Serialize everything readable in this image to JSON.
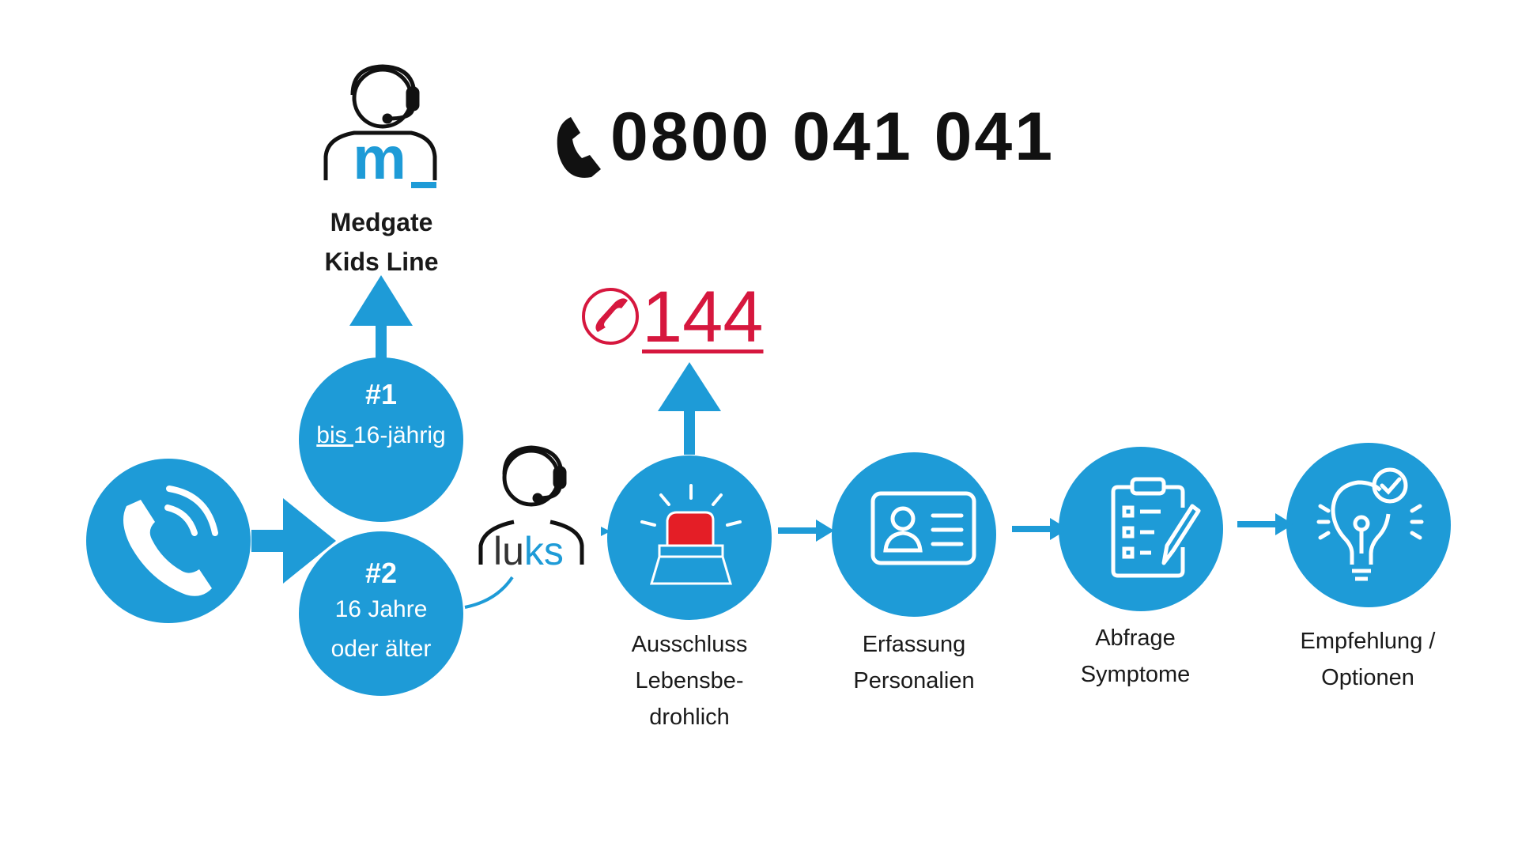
{
  "hotline": {
    "number": "0800 041 041",
    "icon": "phone-icon"
  },
  "medgate": {
    "name_line1": "Medgate",
    "name_line2": "Kids Line",
    "logo_letter": "m",
    "icon": "headset-agent-icon"
  },
  "emergency": {
    "number": "144",
    "icon": "phone-circle-icon",
    "color": "#d6173e"
  },
  "options": [
    {
      "title": "#1",
      "text_underlined": "bis ",
      "text_rest": "16-jährig"
    },
    {
      "title": "#2",
      "text_line1": "16 Jahre",
      "text_line2": "oder älter"
    }
  ],
  "luks": {
    "logo_part1": "lu",
    "logo_part2": "ks",
    "icon": "headset-agent-icon"
  },
  "steps": [
    {
      "icon": "siren-icon",
      "label_lines": [
        "Ausschluss",
        "Lebensbe-",
        "drohlich"
      ]
    },
    {
      "icon": "id-card-icon",
      "label_lines": [
        "Erfassung",
        "Personalien"
      ]
    },
    {
      "icon": "clipboard-checklist-icon",
      "label_lines": [
        "Abfrage",
        "Symptome"
      ]
    },
    {
      "icon": "lightbulb-check-icon",
      "label_lines": [
        "Empfehlung /",
        "Optionen"
      ]
    }
  ],
  "colors": {
    "accent": "#1e9bd7",
    "emergency": "#d6173e",
    "text": "#1a1a1a"
  }
}
